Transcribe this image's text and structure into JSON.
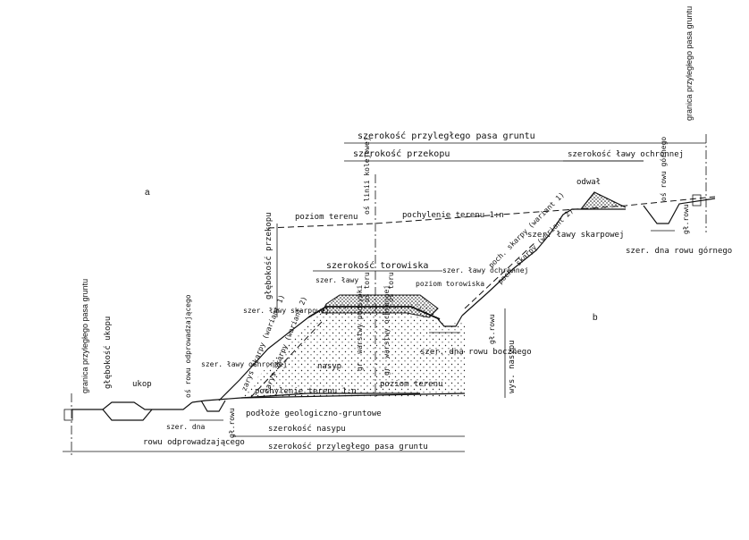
{
  "labels": {
    "granica_pasa_prawa": "granica przyległego pasa gruntu",
    "granica_pasa_lewa": "granica przyległego pasa gruntu",
    "szerokosc_pasa_gora": "szerokość przyległego pasa gruntu",
    "szerokosc_pasa_dol": "szerokość przyległego pasa gruntu",
    "szerokosc_przekopu": "szerokość przekopu",
    "szerokosc_lawy_ochronnej_prawa": "szerokość ławy ochronnej",
    "odwal": "odwał",
    "os_rowu_gornego": "oś rowu górnego",
    "gl_rowu_gornego": "gł.rowu",
    "szer_dna_rowu_gornego": "szer. dna rowu górnego",
    "marker_a": "a",
    "marker_b": "b",
    "os_linii_kolejowej": "oś linii kolejowej",
    "poziom_terenu_gora": "poziom terenu",
    "pochylenie_terenu_gora": "pochylenie terenu 1:n",
    "glebokosc_przekopu": "głębokość przekopu",
    "pochylenie_skarpy_wariant_1": "poch. skarpy (wariant 1)",
    "pochylenie_skarpy_wariant_2": "poch. skarpy (wariant 2)",
    "szer_lawy_skarpowej_prawa": "szer. ławy skarpowej",
    "szerokosc_torowiska": "szerokość torowiska",
    "szer_lawy_torowisko": "szer. ławy",
    "os_toru_lewa": "oś toru",
    "os_toru_prawa": "oś toru",
    "szer_lawy_ochronnej_srodek": "szer. ławy ochronnej",
    "poziom_torowiska": "poziom torowiska",
    "szer_lawy_skarpowej_lewa": "szer. ławy skarpowej",
    "gr_warstwy_podsypki": "gr. warstwy podsypki",
    "gr_warstwy_ochronnej": "gr. warstwy ochronnej",
    "gl_rowu_bocznego": "gł.rowu",
    "wys_nasypu": "wys. nasypu",
    "szer_dna_rowu_bocznego": "szer. dna rowu bocznego",
    "glebokosc_ukopu": "głębokość ukopu",
    "os_rowu_odprowadzajacego": "oś rowu odprowadzającego",
    "szer_lawy_ochronnej_lewa": "szer. ławy ochronnej",
    "zarys_skarpy_wariant_1": "zarys skarpy (wariant 1)",
    "zarys_skarpy_wariant_2": "zarys skarpy (wariant 2)",
    "nasyp": "nasyp",
    "ukop": "ukop",
    "pochylenie_terenu_dol": "pochylenie terenu 1:n",
    "poziom_terenu_dol": "poziom terenu",
    "podloze": "podłoże geologiczno-gruntowe",
    "szer_dna": "szer. dna",
    "gl_rowu_odprowadzajacego": "gł.rowu",
    "rowu_odprowadzajacego": "rowu odprowadzającego",
    "szerokosc_nasypu": "szerokość nasypu"
  }
}
